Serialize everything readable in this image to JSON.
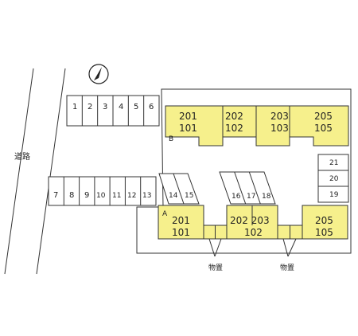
{
  "colors": {
    "building": "#f6f08c",
    "line": "#333333",
    "background": "#ffffff"
  },
  "icons": {
    "north_arrow": "north-arrow-icon"
  },
  "road": {
    "label": "道路"
  },
  "storage_label_left": "物置",
  "storage_label_right": "物置",
  "building_b": {
    "tag": "B",
    "units": [
      {
        "upper": "201",
        "lower": "101"
      },
      {
        "upper": "202",
        "lower": "102"
      },
      {
        "upper": "203",
        "lower": "103"
      },
      {
        "upper": "205",
        "lower": "105"
      }
    ]
  },
  "building_a": {
    "tag": "A",
    "units": [
      {
        "upper": "201",
        "lower": "101"
      },
      {
        "upper": "202 203",
        "lower": "102"
      },
      {
        "upper": "205",
        "lower": "105"
      }
    ]
  },
  "parking_top": [
    "1",
    "2",
    "3",
    "4",
    "5",
    "6"
  ],
  "parking_left": [
    "7",
    "8",
    "9",
    "10",
    "11",
    "12",
    "13"
  ],
  "parking_angled_left": [
    "14",
    "15"
  ],
  "parking_angled_mid": [
    "16",
    "17",
    "18"
  ],
  "parking_right": [
    "21",
    "20",
    "19"
  ]
}
